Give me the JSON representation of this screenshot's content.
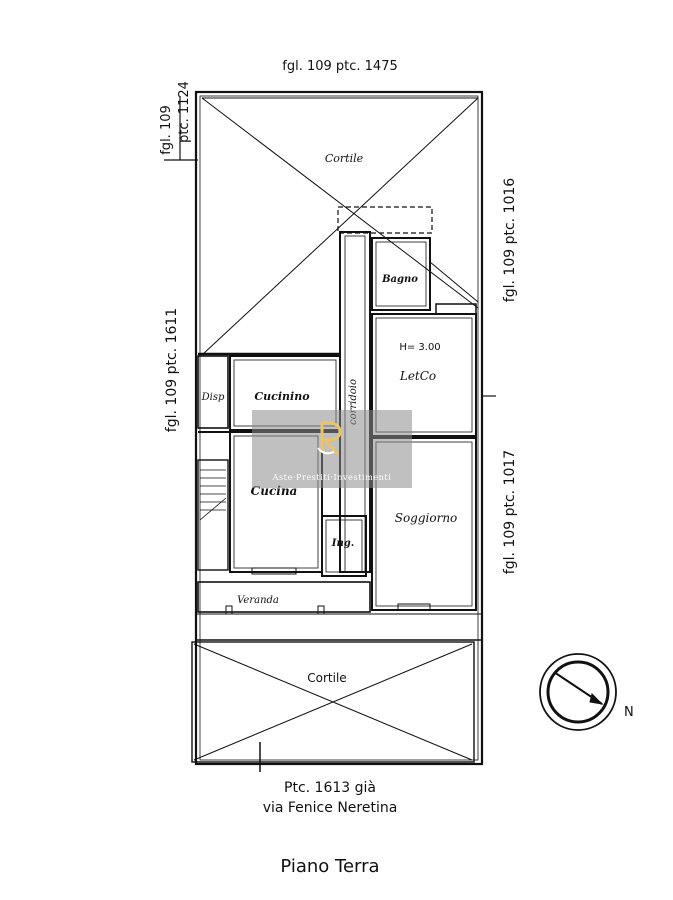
{
  "parcels": {
    "top": "fgl. 109 ptc. 1475",
    "top_left_a": "fgl. 109",
    "top_left_b": "ptc. 1124",
    "left": "fgl. 109 ptc. 1611",
    "right_upper": "fgl. 109 ptc. 1016",
    "right_lower": "fgl. 109 ptc. 1017",
    "bottom_line1": "Ptc. 1613 già",
    "bottom_line2": "via Fenice Neretina"
  },
  "rooms": {
    "cortile_top": "Cortile",
    "bagno": "Bagno",
    "height": "H= 3.00",
    "letto": "LetCo",
    "disp": "Disp",
    "cucinino": "Cucinino",
    "corridoio": "corridoio",
    "cucina": "Cucina",
    "soggiorno": "Soggiorno",
    "ing": "Ing.",
    "veranda": "Veranda",
    "cortile_bottom": "Cortile"
  },
  "compass_label": "N",
  "floor_title": "Piano Terra",
  "watermark_text": "Aste·Prestiti·Investimenti",
  "colors": {
    "ink": "#111111",
    "watermark": "#8c8c8c"
  }
}
